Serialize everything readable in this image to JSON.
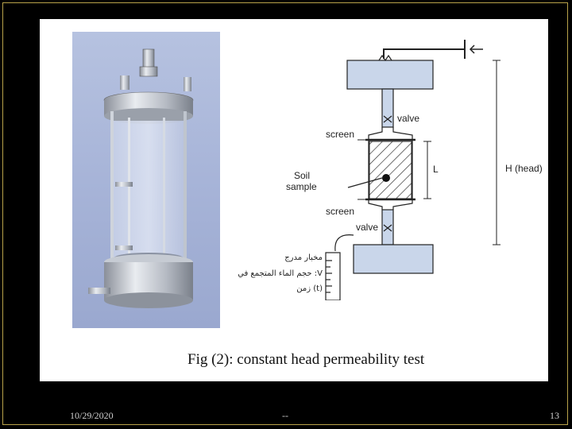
{
  "caption": "Fig (2): constant head permeability test",
  "diagram": {
    "label_valve_top": "valve",
    "label_screen_top": "screen",
    "label_soil_line1": "Soil",
    "label_soil_line2": "sample",
    "label_L": "L",
    "label_head": "H (head)",
    "label_screen_bottom": "screen",
    "label_valve_bottom": "valve",
    "arabic_line1": "مخبار مدرج",
    "arabic_line2": "حجم الماء المتجمع في :V",
    "arabic_line3": "زمن (t)"
  },
  "footer": {
    "date": "10/29/2020",
    "middle": "--",
    "page_number": "13"
  },
  "colors": {
    "reservoir_fill": "#c9d6ea",
    "photo_background": "#a7b4d8",
    "frame": "#b8a24a"
  }
}
